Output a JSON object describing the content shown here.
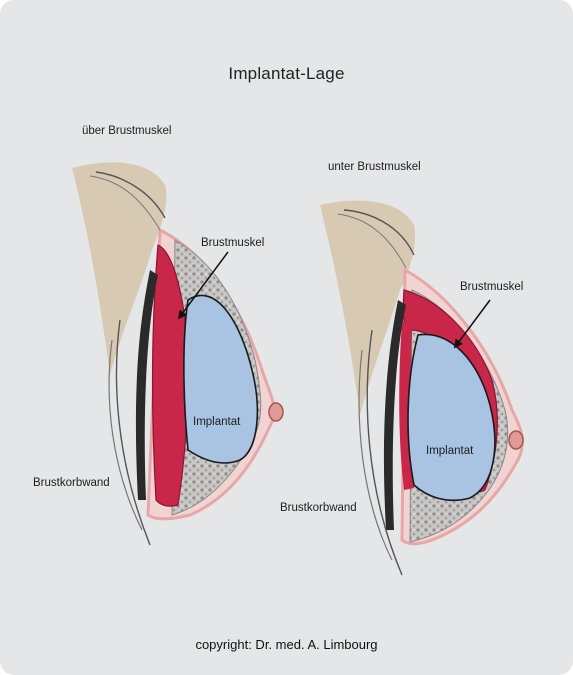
{
  "title": "Implantat-Lage",
  "left_diagram": {
    "heading": "über Brustmuskel",
    "muscle_label": "Brustmuskel",
    "implant_label": "Implantat",
    "chest_wall_label": "Brustkorbwand"
  },
  "right_diagram": {
    "heading": "unter Brustmuskel",
    "muscle_label": "Brustmuskel",
    "implant_label": "Implantat",
    "chest_wall_label": "Brustkorbwand"
  },
  "copyright": "copyright: Dr. med. A. Limbourg",
  "colors": {
    "background": "#e4e6e7",
    "skin": "#d8c9b3",
    "muscle": "#c8274a",
    "implant": "#a9c3e2",
    "tissue": "#b9b6b4",
    "rib": "#2a2a2a"
  }
}
